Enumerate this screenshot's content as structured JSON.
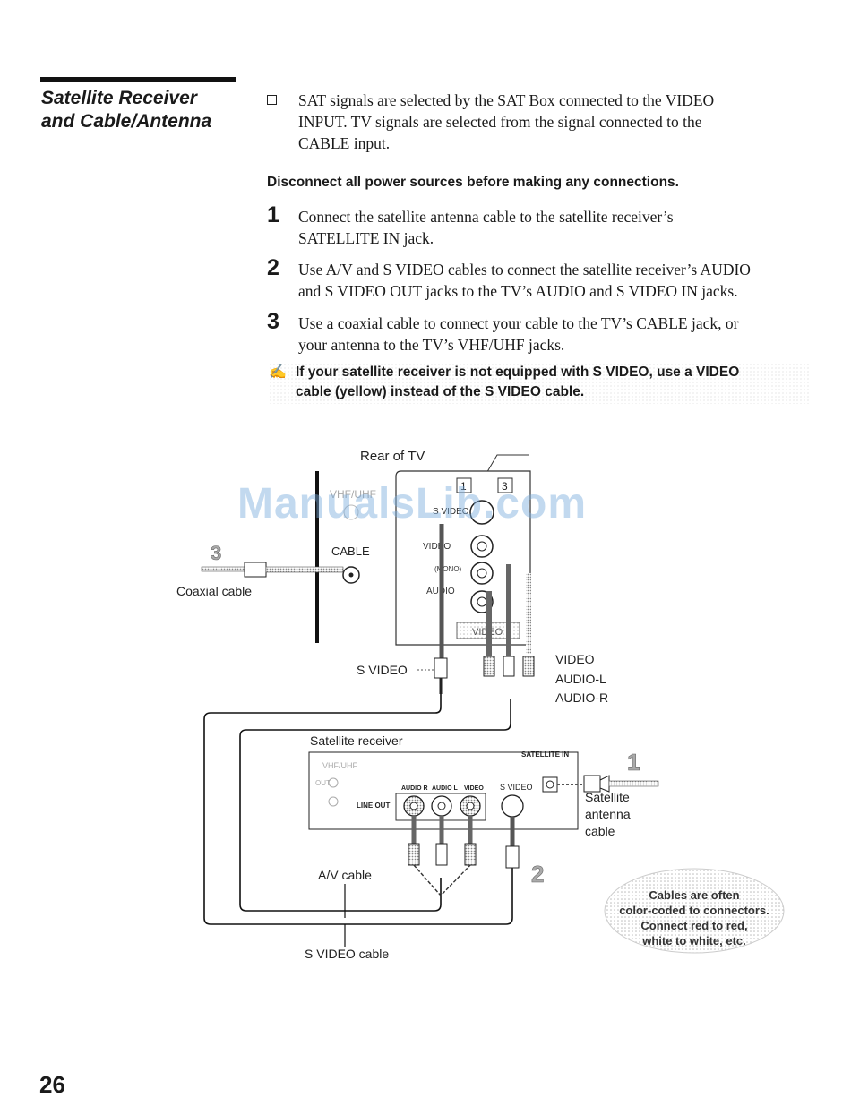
{
  "section": {
    "title_line1": "Satellite Receiver",
    "title_line2": "and Cable/Antenna"
  },
  "intro": {
    "line1": "SAT signals are selected by the SAT Box connected to the VIDEO",
    "line2": "INPUT. TV signals are selected from the signal connected to the",
    "line3": "CABLE input."
  },
  "warning": "Disconnect all power sources before making any connections.",
  "steps": [
    {
      "num": "1",
      "line1": "Connect the satellite antenna cable to the satellite receiver’s",
      "line2": "SATELLITE IN jack."
    },
    {
      "num": "2",
      "line1": "Use A/V and S VIDEO cables to connect the satellite receiver’s AUDIO",
      "line2": "and S VIDEO OUT jacks to the TV’s AUDIO and S VIDEO IN jacks."
    },
    {
      "num": "3",
      "line1": "Use a coaxial cable to connect your cable to the TV’s CABLE jack, or",
      "line2": "your antenna to the TV’s VHF/UHF jacks."
    }
  ],
  "note": {
    "line1": "If your satellite receiver is not equipped with S VIDEO, use a VIDEO",
    "line2": "cable (yellow) instead of the S VIDEO cable."
  },
  "diagram": {
    "rear_of_tv": "Rear of TV",
    "vhf_uhf": "VHF/UHF",
    "cable": "CABLE",
    "coaxial_cable": "Coaxial cable",
    "step3": "3",
    "tv_s_video": "S VIDEO",
    "tv_video": "VIDEO",
    "tv_video_label": "VIDEO",
    "tv_mono": "(MONO)",
    "tv_audio": "AUDIO",
    "tv_input_1": "1",
    "tv_input_3": "3",
    "plug_video": "VIDEO",
    "plug_audio_l": "AUDIO-L",
    "plug_audio_r": "AUDIO-R",
    "satellite_receiver": "Satellite receiver",
    "rx_vhf_uhf": "VHF/UHF",
    "rx_out": "OUT",
    "rx_line_out": "LINE OUT",
    "rx_audio_r": "AUDIO R",
    "rx_audio_l": "AUDIO L",
    "rx_video": "VIDEO",
    "rx_s_video": "S VIDEO",
    "rx_satellite_in": "SATELLITE IN",
    "step1": "1",
    "sat_antenna_l1": "Satellite",
    "sat_antenna_l2": "antenna",
    "sat_antenna_l3": "cable",
    "av_cable": "A/V cable",
    "step2": "2",
    "s_video_cable": "S VIDEO cable",
    "tip_l1": "Cables are often",
    "tip_l2": "color-coded to connectors.",
    "tip_l3": "Connect red to red,",
    "tip_l4": "white to white, etc."
  },
  "watermark": "ManualsLib.com",
  "page_number": "26"
}
